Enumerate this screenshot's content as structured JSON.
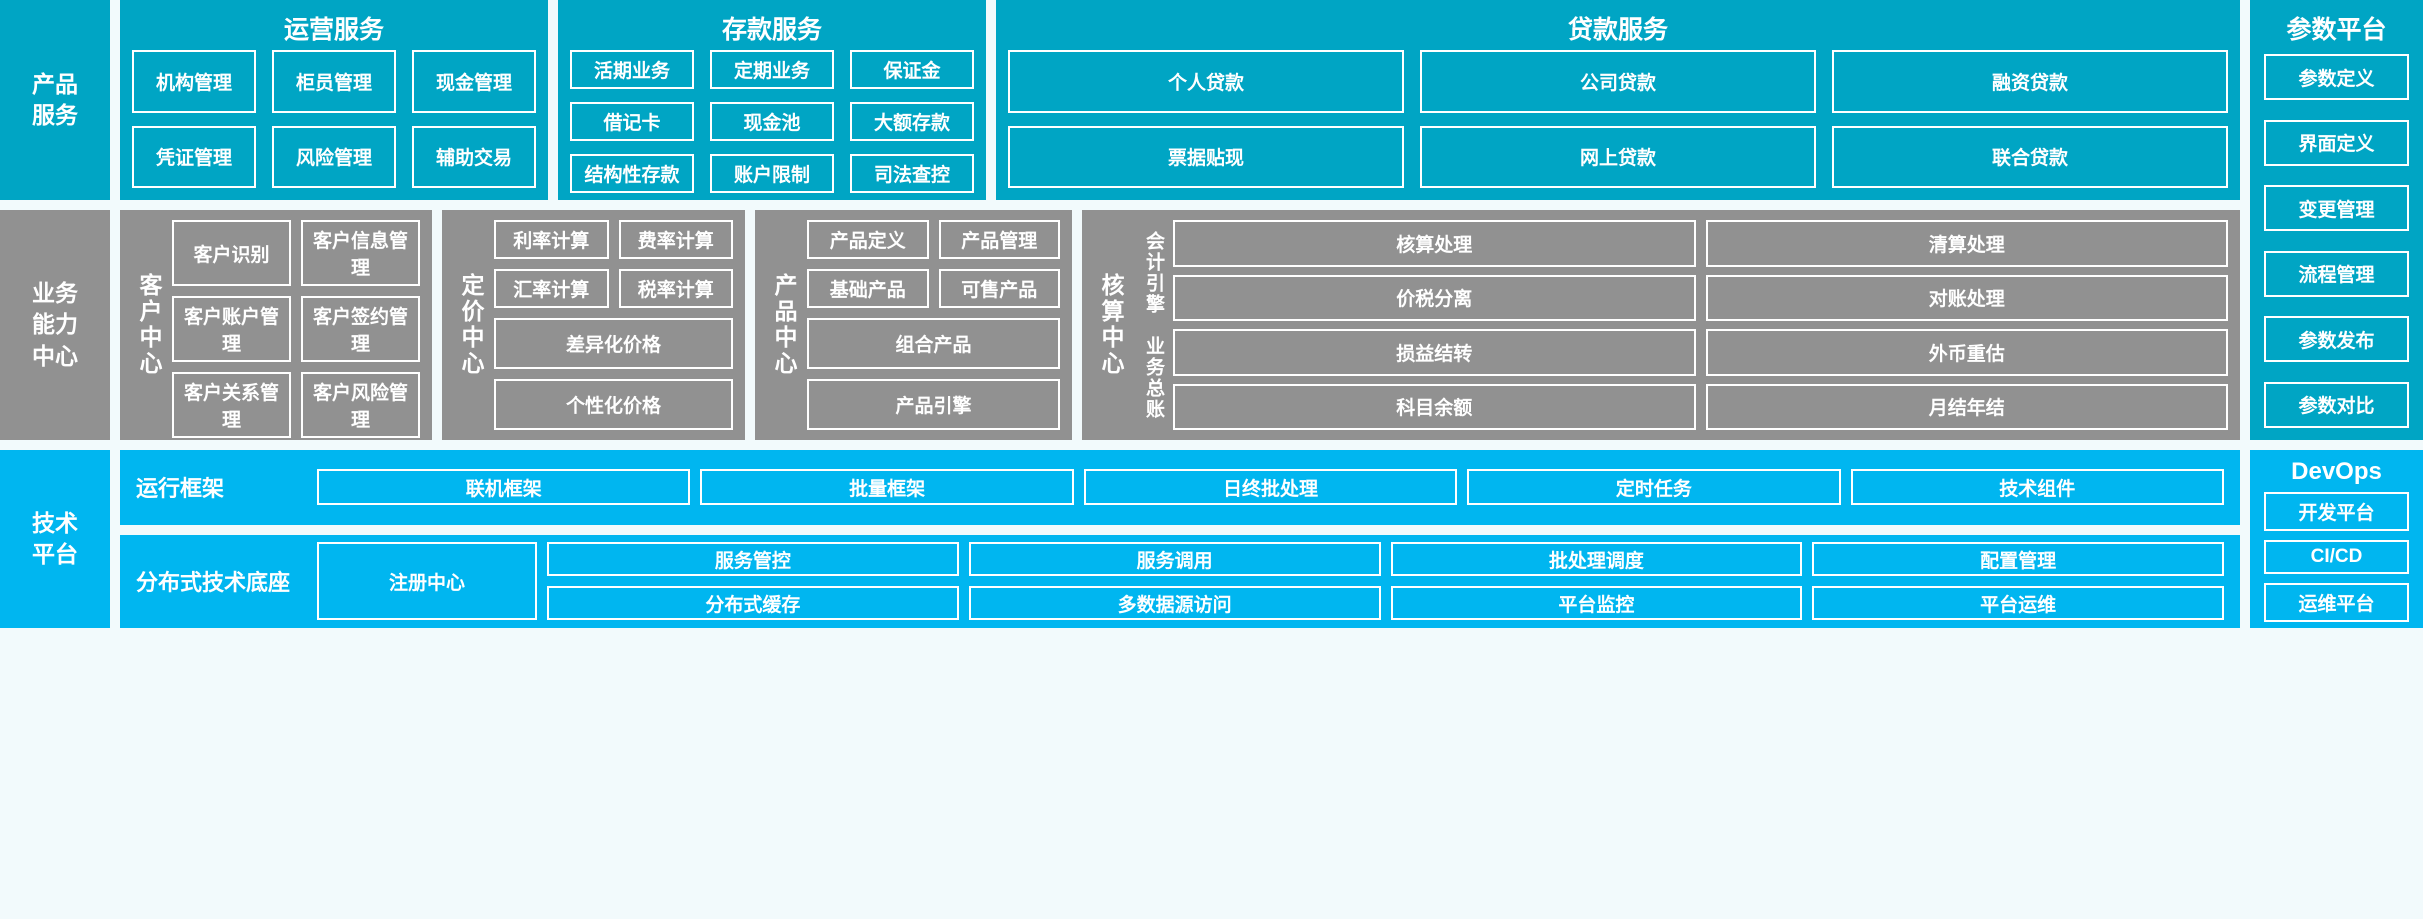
{
  "layers": {
    "product_services": {
      "side_label": "产品\n服务",
      "panels": [
        {
          "title": "运营服务",
          "items": [
            "机构管理",
            "柜员管理",
            "现金管理",
            "凭证管理",
            "风险管理",
            "辅助交易"
          ]
        },
        {
          "title": "存款服务",
          "items": [
            "活期业务",
            "定期业务",
            "保证金",
            "借记卡",
            "现金池",
            "大额存款",
            "结构性存款",
            "账户限制",
            "司法查控"
          ]
        },
        {
          "title": "贷款服务",
          "items": [
            "个人贷款",
            "公司贷款",
            "融资贷款",
            "票据贴现",
            "网上贷款",
            "联合贷款"
          ]
        }
      ]
    },
    "business_capability": {
      "side_label": "业务\n能力\n中心",
      "centers": [
        {
          "title": "客户中心",
          "grid_items": [
            "客户识别",
            "客户信息管理",
            "客户账户管理",
            "客户签约管理",
            "客户关系管理",
            "客户风险管理"
          ],
          "wide_items": []
        },
        {
          "title": "定价中心",
          "grid_items": [
            "利率计算",
            "费率计算",
            "汇率计算",
            "税率计算"
          ],
          "wide_items": [
            "差异化价格",
            "个性化价格"
          ]
        },
        {
          "title": "产品中心",
          "grid_items": [
            "产品定义",
            "产品管理",
            "基础产品",
            "可售产品"
          ],
          "wide_items": [
            "组合产品",
            "产品引擎"
          ]
        },
        {
          "title": "核算中心",
          "sub_labels": [
            "会计引擎",
            "业务总账"
          ],
          "grid_items": [
            "核算处理",
            "清算处理",
            "价税分离",
            "对账处理",
            "损益结转",
            "外币重估",
            "科目余额",
            "月结年结"
          ],
          "wide_items": []
        }
      ]
    },
    "technical_platform": {
      "side_label": "技术\n平台",
      "bands": [
        {
          "label": "运行框架",
          "items": [
            "联机框架",
            "批量框架",
            "日终批处理",
            "定时任务",
            "技术组件"
          ]
        },
        {
          "label": "分布式技术底座",
          "registry": "注册中心",
          "items": [
            "服务管控",
            "服务调用",
            "批处理调度",
            "配置管理",
            "分布式缓存",
            "多数据源访问",
            "平台监控",
            "平台运维"
          ]
        }
      ]
    }
  },
  "right_column": {
    "param_platform": {
      "title": "参数平台",
      "items": [
        "参数定义",
        "界面定义",
        "变更管理",
        "流程管理",
        "参数发布",
        "参数对比"
      ]
    },
    "devops": {
      "title": "DevOps",
      "items": [
        "开发平台",
        "CI/CD",
        "运维平台"
      ]
    }
  },
  "colors": {
    "cyan": "#00a5c4",
    "gray": "#919191",
    "bright_blue": "#00b6f0",
    "background": "#f2fafc",
    "border": "#ffffff"
  }
}
